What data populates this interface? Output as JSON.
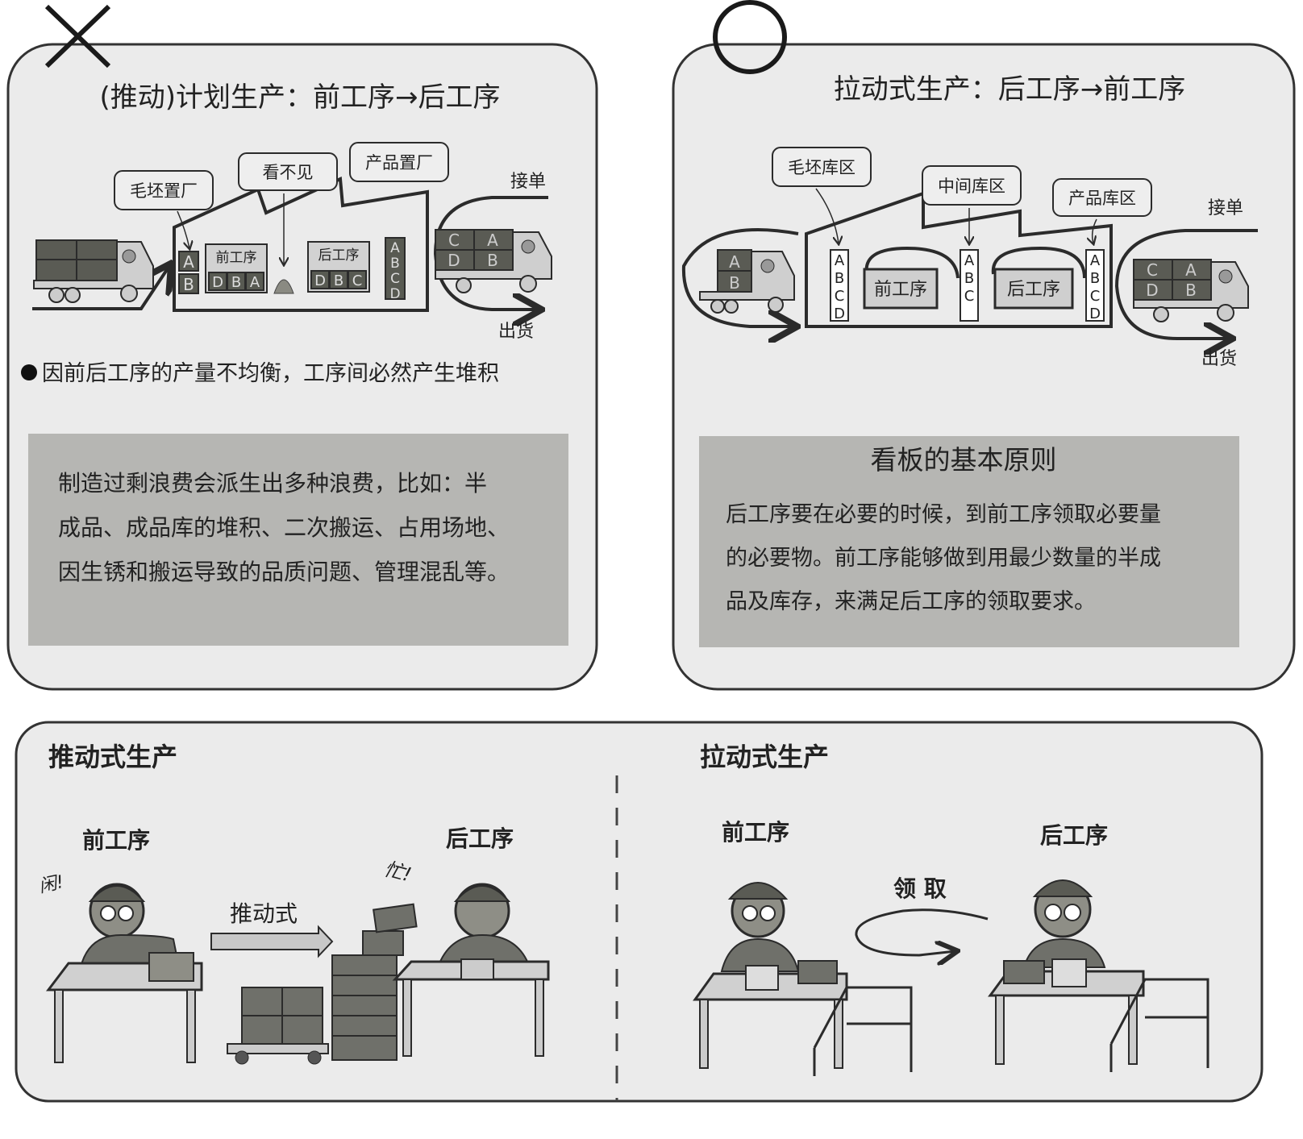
{
  "push_panel": {
    "mark": "cross",
    "title": "(推动)计划生产：前工序→后工序",
    "bubbles": [
      "毛坯置厂",
      "看不见",
      "产品置厂"
    ],
    "process_labels": [
      "前工序",
      "后工序"
    ],
    "front_stock": [
      "D",
      "B",
      "A"
    ],
    "back_stock": [
      "D",
      "B",
      "C"
    ],
    "raw_stock": [
      "A",
      "B"
    ],
    "product_stock": [
      "A",
      "B",
      "C",
      "D"
    ],
    "truck_out": [
      "C",
      "A",
      "D",
      "B"
    ],
    "receive_order": "接单",
    "ship": "出货",
    "bullet_note": "因前后工序的产量不均衡，工序间必然产生堆积",
    "description_lines": [
      "制造过剩浪费会派生出多种浪费，比如：半",
      "成品、成品库的堆积、二次搬运、占用场地、",
      "因生锈和搬运导致的品质问题、管理混乱等。"
    ]
  },
  "pull_panel": {
    "mark": "circle",
    "title": "拉动式生产：后工序→前工序",
    "bubbles": [
      "毛坯库区",
      "中间库区",
      "产品库区"
    ],
    "process_labels": [
      "前工序",
      "后工序"
    ],
    "raw_stock": [
      "A",
      "B",
      "C",
      "D"
    ],
    "middle_stock": [
      "A",
      "B",
      "C",
      ""
    ],
    "product_stock": [
      "A",
      "B",
      "C",
      "D"
    ],
    "truck_in": [
      "A",
      "B"
    ],
    "truck_out": [
      "C",
      "A",
      "D",
      "B"
    ],
    "receive_order": "接单",
    "ship": "出货",
    "principle_title": "看板的基本原则",
    "principle_lines": [
      "后工序要在必要的时候，到前工序领取必要量",
      "的必要物。前工序能够做到用最少数量的半成",
      "品及库存，来满足后工序的领取要求。"
    ]
  },
  "bottom_panel": {
    "push": {
      "title": "推动式生产",
      "front_label": "前工序",
      "back_label": "后工序",
      "idle_exclaim": "闲!",
      "busy_exclaim": "忙!",
      "arrow_label": "推动式"
    },
    "pull": {
      "title": "拉动式生产",
      "front_label": "前工序",
      "back_label": "后工序",
      "arrow_label": "领 取"
    }
  }
}
